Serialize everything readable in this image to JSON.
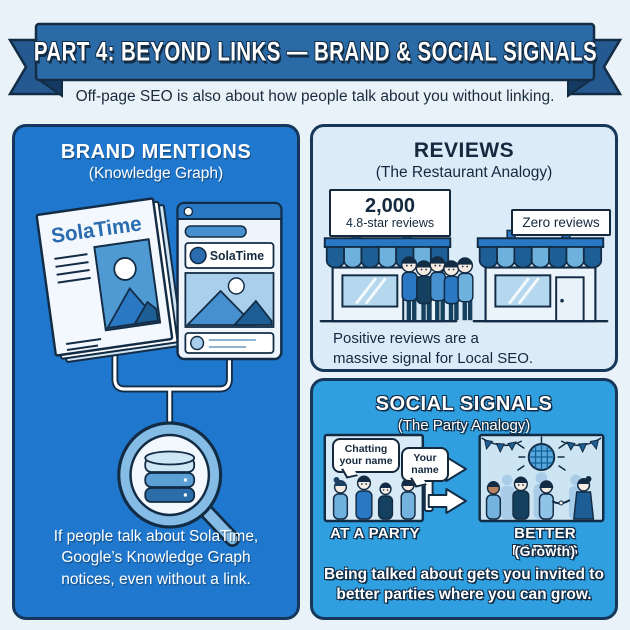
{
  "colors": {
    "page_bg": "#eaf2f9",
    "ink_outline": "#132c45",
    "ribbon_blue": "#2a6aa6",
    "brand_panel_blue": "#1f78cd",
    "reviews_panel_bg": "#dcebf8",
    "social_panel_blue": "#2f9fdf",
    "dark_text": "#14293e",
    "illustration_dark_blue": "#1d5e94",
    "illustration_mid_blue": "#4790cf",
    "illustration_light_blue": "#a9cfec"
  },
  "banner": {
    "title": "PART 4: BEYOND LINKS — BRAND & SOCIAL SIGNALS"
  },
  "intro_text": "Off-page SEO is also about how people talk about you without linking.",
  "brand_mentions": {
    "title": "BRAND MENTIONS",
    "subtitle": "(Knowledge Graph)",
    "newspaper_masthead": "SolaTime",
    "social_card_name": "SolaTime",
    "caption_lines": [
      "If people talk about SolaTime,",
      "Google’s Knowledge Graph",
      "notices, even without a link."
    ]
  },
  "reviews": {
    "title": "REVIEWS",
    "subtitle": "(The Restaurant Analogy)",
    "busy_store_sign": {
      "count": "2,000",
      "label": "4.8-star reviews"
    },
    "empty_store_sign": "Zero reviews",
    "caption_lines": [
      "Positive reviews are a",
      "massive signal for Local SEO."
    ]
  },
  "social_signals": {
    "title": "SOCIAL SIGNALS",
    "subtitle": "(The Party Analogy)",
    "speech_bubbles": [
      "Chatting your name",
      "Your name"
    ],
    "scene_labels": {
      "left": "AT A PARTY",
      "right": "BETTER PARTIES",
      "right_sub": "(Growth)"
    },
    "caption_lines": [
      "Being talked about gets you invited to",
      "better parties where you can grow."
    ]
  }
}
